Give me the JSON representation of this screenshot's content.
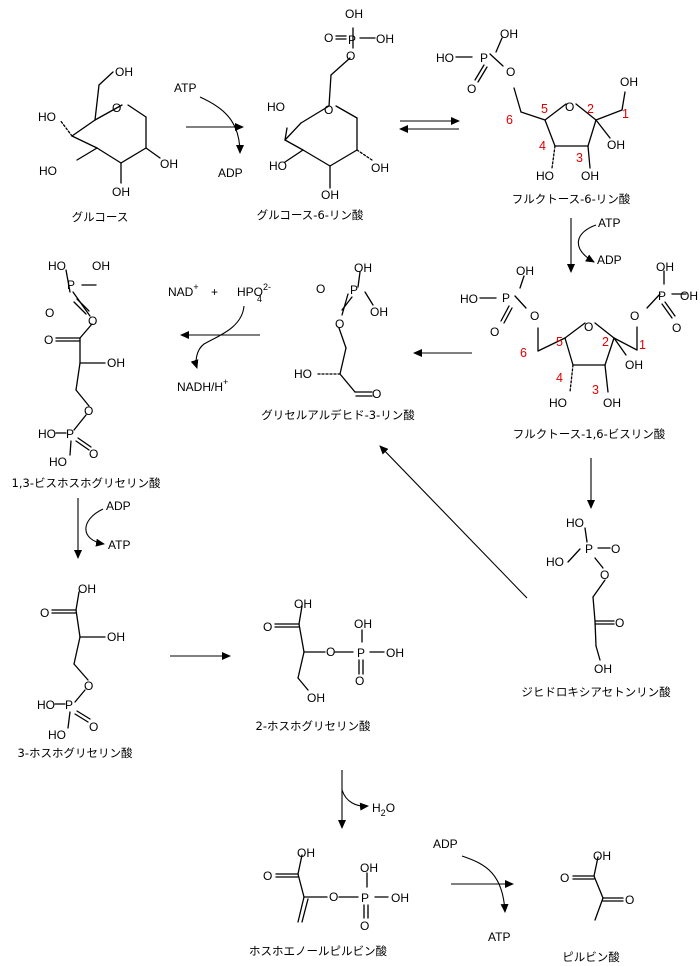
{
  "compounds": {
    "glucose": "グルコース",
    "g6p": "グルコース-6-リン酸",
    "f6p": "フルクトース-6-リン酸",
    "f16bp": "フルクトース-1,6-ビスリン酸",
    "g3p": "グリセルアルデヒド-3-リン酸",
    "dhap": "ジヒドロキシアセトンリン酸",
    "bpg13": "1,3-ビスホスホグリセリン酸",
    "pg3": "3-ホスホグリセリン酸",
    "pg2": "2-ホスホグリセリン酸",
    "pep": "ホスホエノールピルビン酸",
    "pyruvate": "ピルビン酸"
  },
  "reagents": {
    "atp": "ATP",
    "adp": "ADP",
    "nad": "NAD",
    "plus": "+",
    "nadh": "NADH/H",
    "hpo": "HPO",
    "water": "H",
    "water_sub": "2",
    "water_o": "O"
  },
  "atoms": {
    "oh": "OH",
    "ho": "HO",
    "o": "O",
    "p": "P"
  },
  "carbon_numbers": [
    "1",
    "2",
    "3",
    "4",
    "5",
    "6"
  ]
}
